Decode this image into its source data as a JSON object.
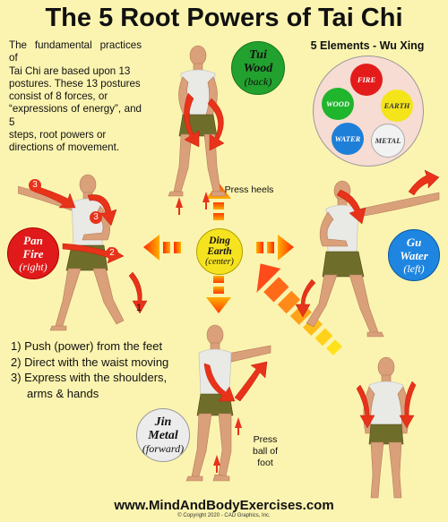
{
  "title": "The 5 Root Powers of Tai Chi",
  "intro": [
    "The fundamental practices of",
    "Tai Chi are based upon 13",
    "postures. These 13 postures",
    "consist of 8 forces, or",
    "“expressions of energy”, and 5",
    "steps, root powers or",
    "directions of movement."
  ],
  "elements_title": "5 Elements - Wu Xing",
  "elements": {
    "fire": "FIRE",
    "wood": "WOOD",
    "earth": "EARTH",
    "water": "WATER",
    "metal": "METAL"
  },
  "directions": {
    "tui": {
      "name": "Tui",
      "element": "Wood",
      "dir": "(back)"
    },
    "pan": {
      "name": "Pan",
      "element": "Fire",
      "dir": "(right)"
    },
    "ding": {
      "name": "Ding",
      "element": "Earth",
      "dir": "(center)"
    },
    "gu": {
      "name": "Gu",
      "element": "Water",
      "dir": "(left)"
    },
    "jin": {
      "name": "Jin",
      "element": "Metal",
      "dir": "(forward)"
    }
  },
  "notes": {
    "press_heels": "Press heels",
    "press_ball": [
      "Press",
      "ball of",
      "foot"
    ]
  },
  "arrow_numbers": [
    "1",
    "2",
    "3",
    "3"
  ],
  "steps": [
    "1) Push (power) from the feet",
    "2) Direct with the waist moving",
    "3) Express with the shoulders,",
    "arms & hands"
  ],
  "url": "www.MindAndBodyExercises.com",
  "copyright": "© Copyright 2020 - CAD Graphics, Inc."
}
